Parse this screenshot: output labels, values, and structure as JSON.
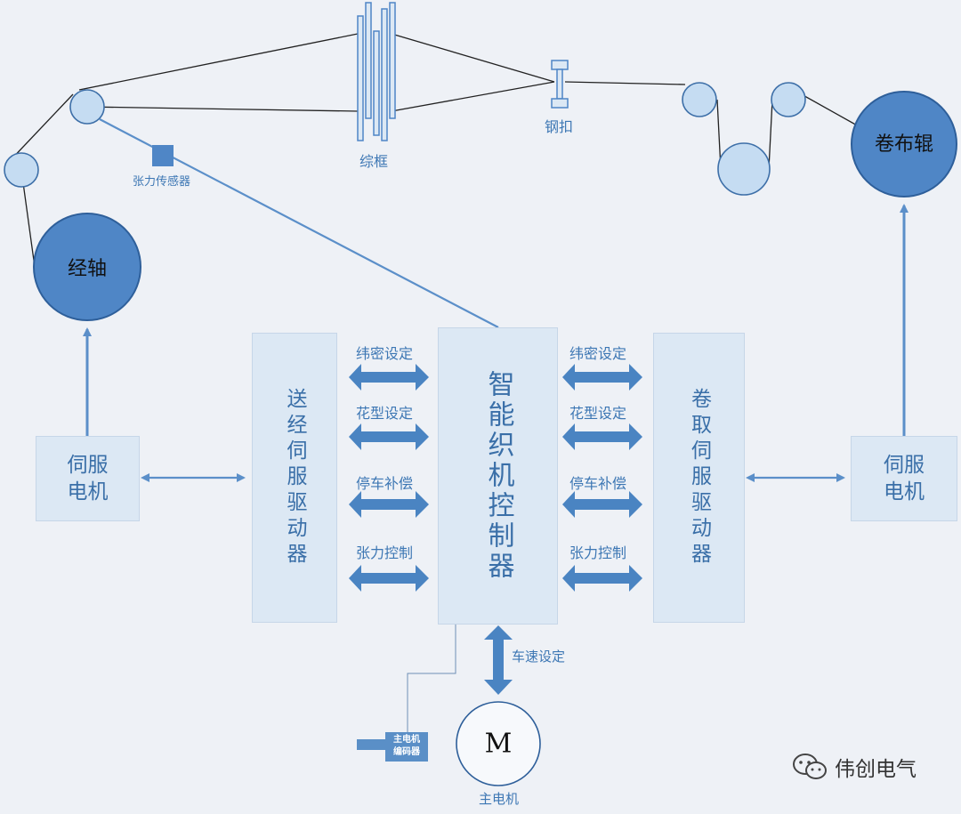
{
  "rolls": {
    "warp_beam": "经轴",
    "cloth_roller": "卷布辊"
  },
  "labels": {
    "tension_sensor": "张力传感器",
    "heald_frame": "综框",
    "reed": "钢扣",
    "main_motor_letter": "M",
    "main_motor": "主电机",
    "encoder_line1": "主电机",
    "encoder_line2": "编码器",
    "car_speed": "车速设定"
  },
  "boxes": {
    "left_servo_motor": "伺服电机",
    "warp_driver": "送经伺服驱动器",
    "controller": "智能织机控制器",
    "takeup_driver": "卷取伺服驱动器",
    "right_servo_motor": "伺服电机"
  },
  "signals_left": [
    "纬密设定",
    "花型设定",
    "停车补偿",
    "张力控制"
  ],
  "signals_right": [
    "纬密设定",
    "花型设定",
    "停车补偿",
    "张力控制"
  ],
  "watermark": "伟创电气",
  "colors": {
    "box_fill": "#dce8f4",
    "accent_blue": "#3d77b4",
    "roll_dark": "#4f86c6",
    "roll_light": "#c5dcf2",
    "arrow": "#4a84c2"
  }
}
